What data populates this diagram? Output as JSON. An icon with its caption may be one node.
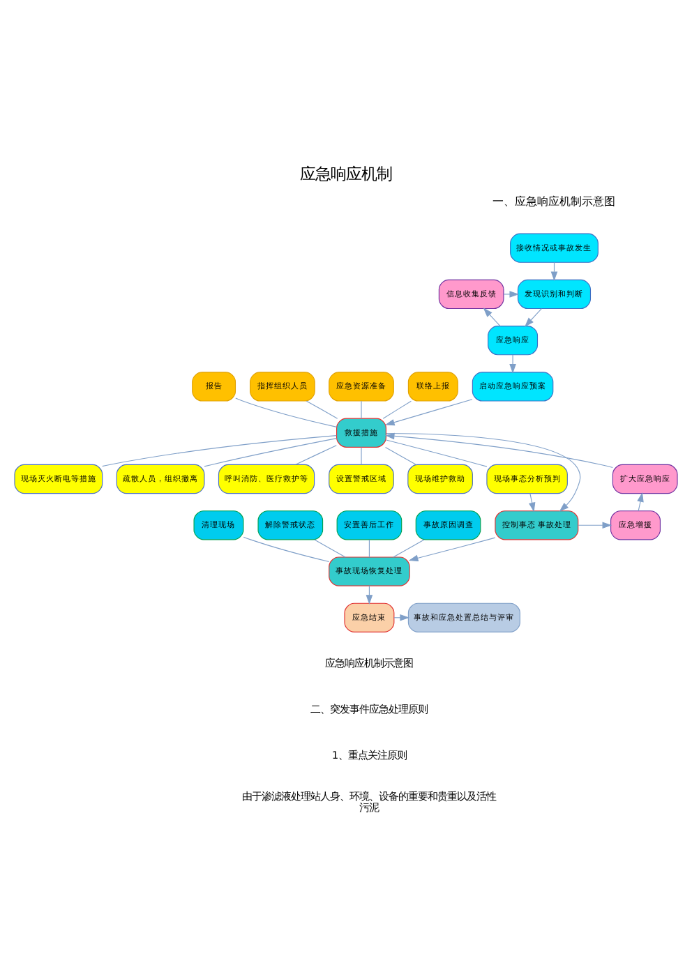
{
  "diagram": {
    "title": "应急响应机制",
    "caption": "应急响应机制示意图",
    "nodes": [
      {
        "text": [
          "接收情况或事故发生"
        ]
      },
      {
        "text": [
          "发现识别和判断"
        ]
      },
      {
        "text": [
          "信息收集反馈"
        ]
      },
      {
        "text": [
          "应急响应"
        ]
      },
      {
        "text": [
          "启动应急响应预案"
        ]
      },
      {
        "text": [
          "报告"
        ]
      },
      {
        "text": [
          "指挥组织人员"
        ]
      },
      {
        "text": [
          "应急资源准备"
        ]
      },
      {
        "text": [
          "联络上报"
        ]
      },
      {
        "text": [
          "救援措施"
        ]
      },
      {
        "text": [
          "现场灭火断电等措施"
        ]
      },
      {
        "text": [
          "疏散人员，组织撤离"
        ]
      },
      {
        "text": [
          "呼叫消防、医疗救护等"
        ]
      },
      {
        "text": [
          "设置警戒区域"
        ]
      },
      {
        "text": [
          "现场维护救助"
        ]
      },
      {
        "text": [
          "现场事态分析预判"
        ]
      },
      {
        "text": [
          "扩大应急响应"
        ]
      },
      {
        "text": [
          "应急增援"
        ]
      },
      {
        "text": [
          "控制事态 事故处理"
        ]
      },
      {
        "text": [
          "清理现场"
        ]
      },
      {
        "text": [
          "解除警戒状态"
        ]
      },
      {
        "text": [
          "安置善后工作"
        ]
      },
      {
        "text": [
          "事故原因调查"
        ]
      },
      {
        "text": [
          "事故现场恢复处理"
        ]
      },
      {
        "text": [
          "应急结束"
        ]
      },
      {
        "text": [
          "事故和应急处置总结与评审"
        ]
      }
    ],
    "edges": [
      {
        "from": 0,
        "to": 1,
        "arrow": "to"
      },
      {
        "from": 1,
        "to": 3,
        "arrow": "to"
      },
      {
        "from": 3,
        "to": 2,
        "arrow": "to"
      },
      {
        "from": 2,
        "to": 1,
        "arrow": "to"
      },
      {
        "from": 3,
        "to": 4,
        "arrow": "to"
      },
      {
        "from": 4,
        "to": 9,
        "arrow": "to"
      },
      {
        "from": 5,
        "to": 9,
        "arrow": "none"
      },
      {
        "from": 6,
        "to": 9,
        "arrow": "none"
      },
      {
        "from": 7,
        "to": 9,
        "arrow": "none"
      },
      {
        "from": 8,
        "to": 9,
        "arrow": "none"
      },
      {
        "from": 9,
        "to": 10,
        "arrow": "none"
      },
      {
        "from": 9,
        "to": 11,
        "arrow": "none"
      },
      {
        "from": 9,
        "to": 12,
        "arrow": "none"
      },
      {
        "from": 9,
        "to": 13,
        "arrow": "none"
      },
      {
        "from": 9,
        "to": 14,
        "arrow": "none"
      },
      {
        "from": 9,
        "to": 15,
        "arrow": "none"
      },
      {
        "from": 9,
        "to": 18,
        "arrow": "to"
      },
      {
        "from": 18,
        "to": 17,
        "arrow": "to"
      },
      {
        "from": 17,
        "to": 16,
        "arrow": "to"
      },
      {
        "from": 16,
        "to": 9,
        "arrow": "to"
      },
      {
        "from": 15,
        "to": 18,
        "arrow": "to"
      },
      {
        "from": 18,
        "to": 23,
        "arrow": "to"
      },
      {
        "from": 19,
        "to": 23,
        "arrow": "none"
      },
      {
        "from": 20,
        "to": 23,
        "arrow": "none"
      },
      {
        "from": 21,
        "to": 23,
        "arrow": "none"
      },
      {
        "from": 22,
        "to": 23,
        "arrow": "none"
      },
      {
        "from": 23,
        "to": 24,
        "arrow": "to"
      },
      {
        "from": 24,
        "to": 25,
        "arrow": "to"
      }
    ],
    "labels": [
      "一、应急响应机制示意图",
      "二、突发事件应急处理原则",
      "1、重点关注原则",
      "由于渗滤液处理站人身、环境、设备的重要和贵重以及活性污泥"
    ]
  }
}
